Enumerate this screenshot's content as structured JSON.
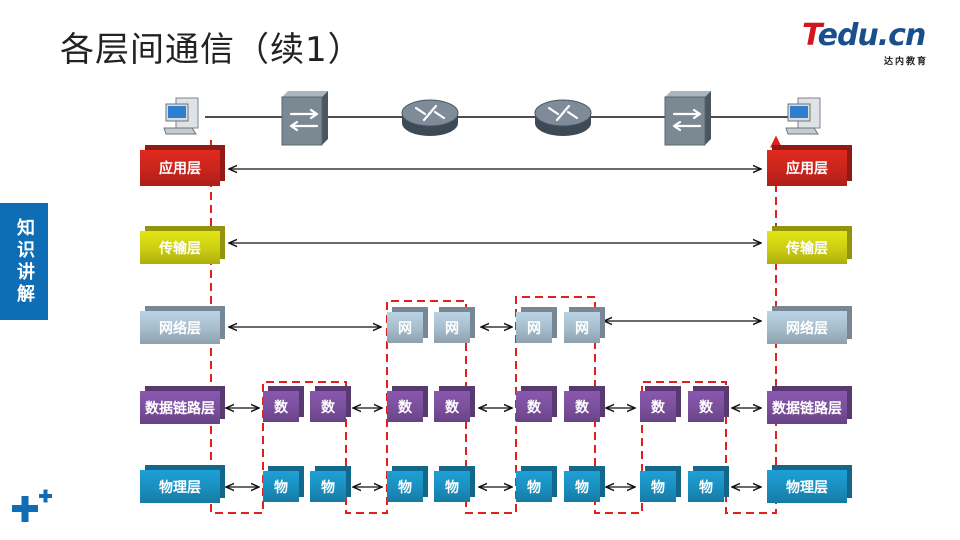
{
  "title": "各层间通信（续1）",
  "logo": {
    "main_prefix": "T",
    "main_rest": "edu.cn",
    "sub": "达内教育"
  },
  "side_tab": "知识讲解",
  "layers": {
    "app": "应用层",
    "transport": "传输层",
    "network": "网络层",
    "datalink": "数据链路层",
    "physical": "物理层"
  },
  "cells": {
    "net": "网",
    "data": "数",
    "phys": "物"
  },
  "devices": [
    "pc",
    "switch",
    "router",
    "router",
    "switch",
    "pc"
  ],
  "colors": {
    "app": "#c9251c",
    "transport": "#cbcd12",
    "network": "#a6bccc",
    "datalink": "#7a4f9c",
    "physical": "#1a8fbf",
    "path": "#e0201c",
    "side_tab": "#0e6db5"
  }
}
